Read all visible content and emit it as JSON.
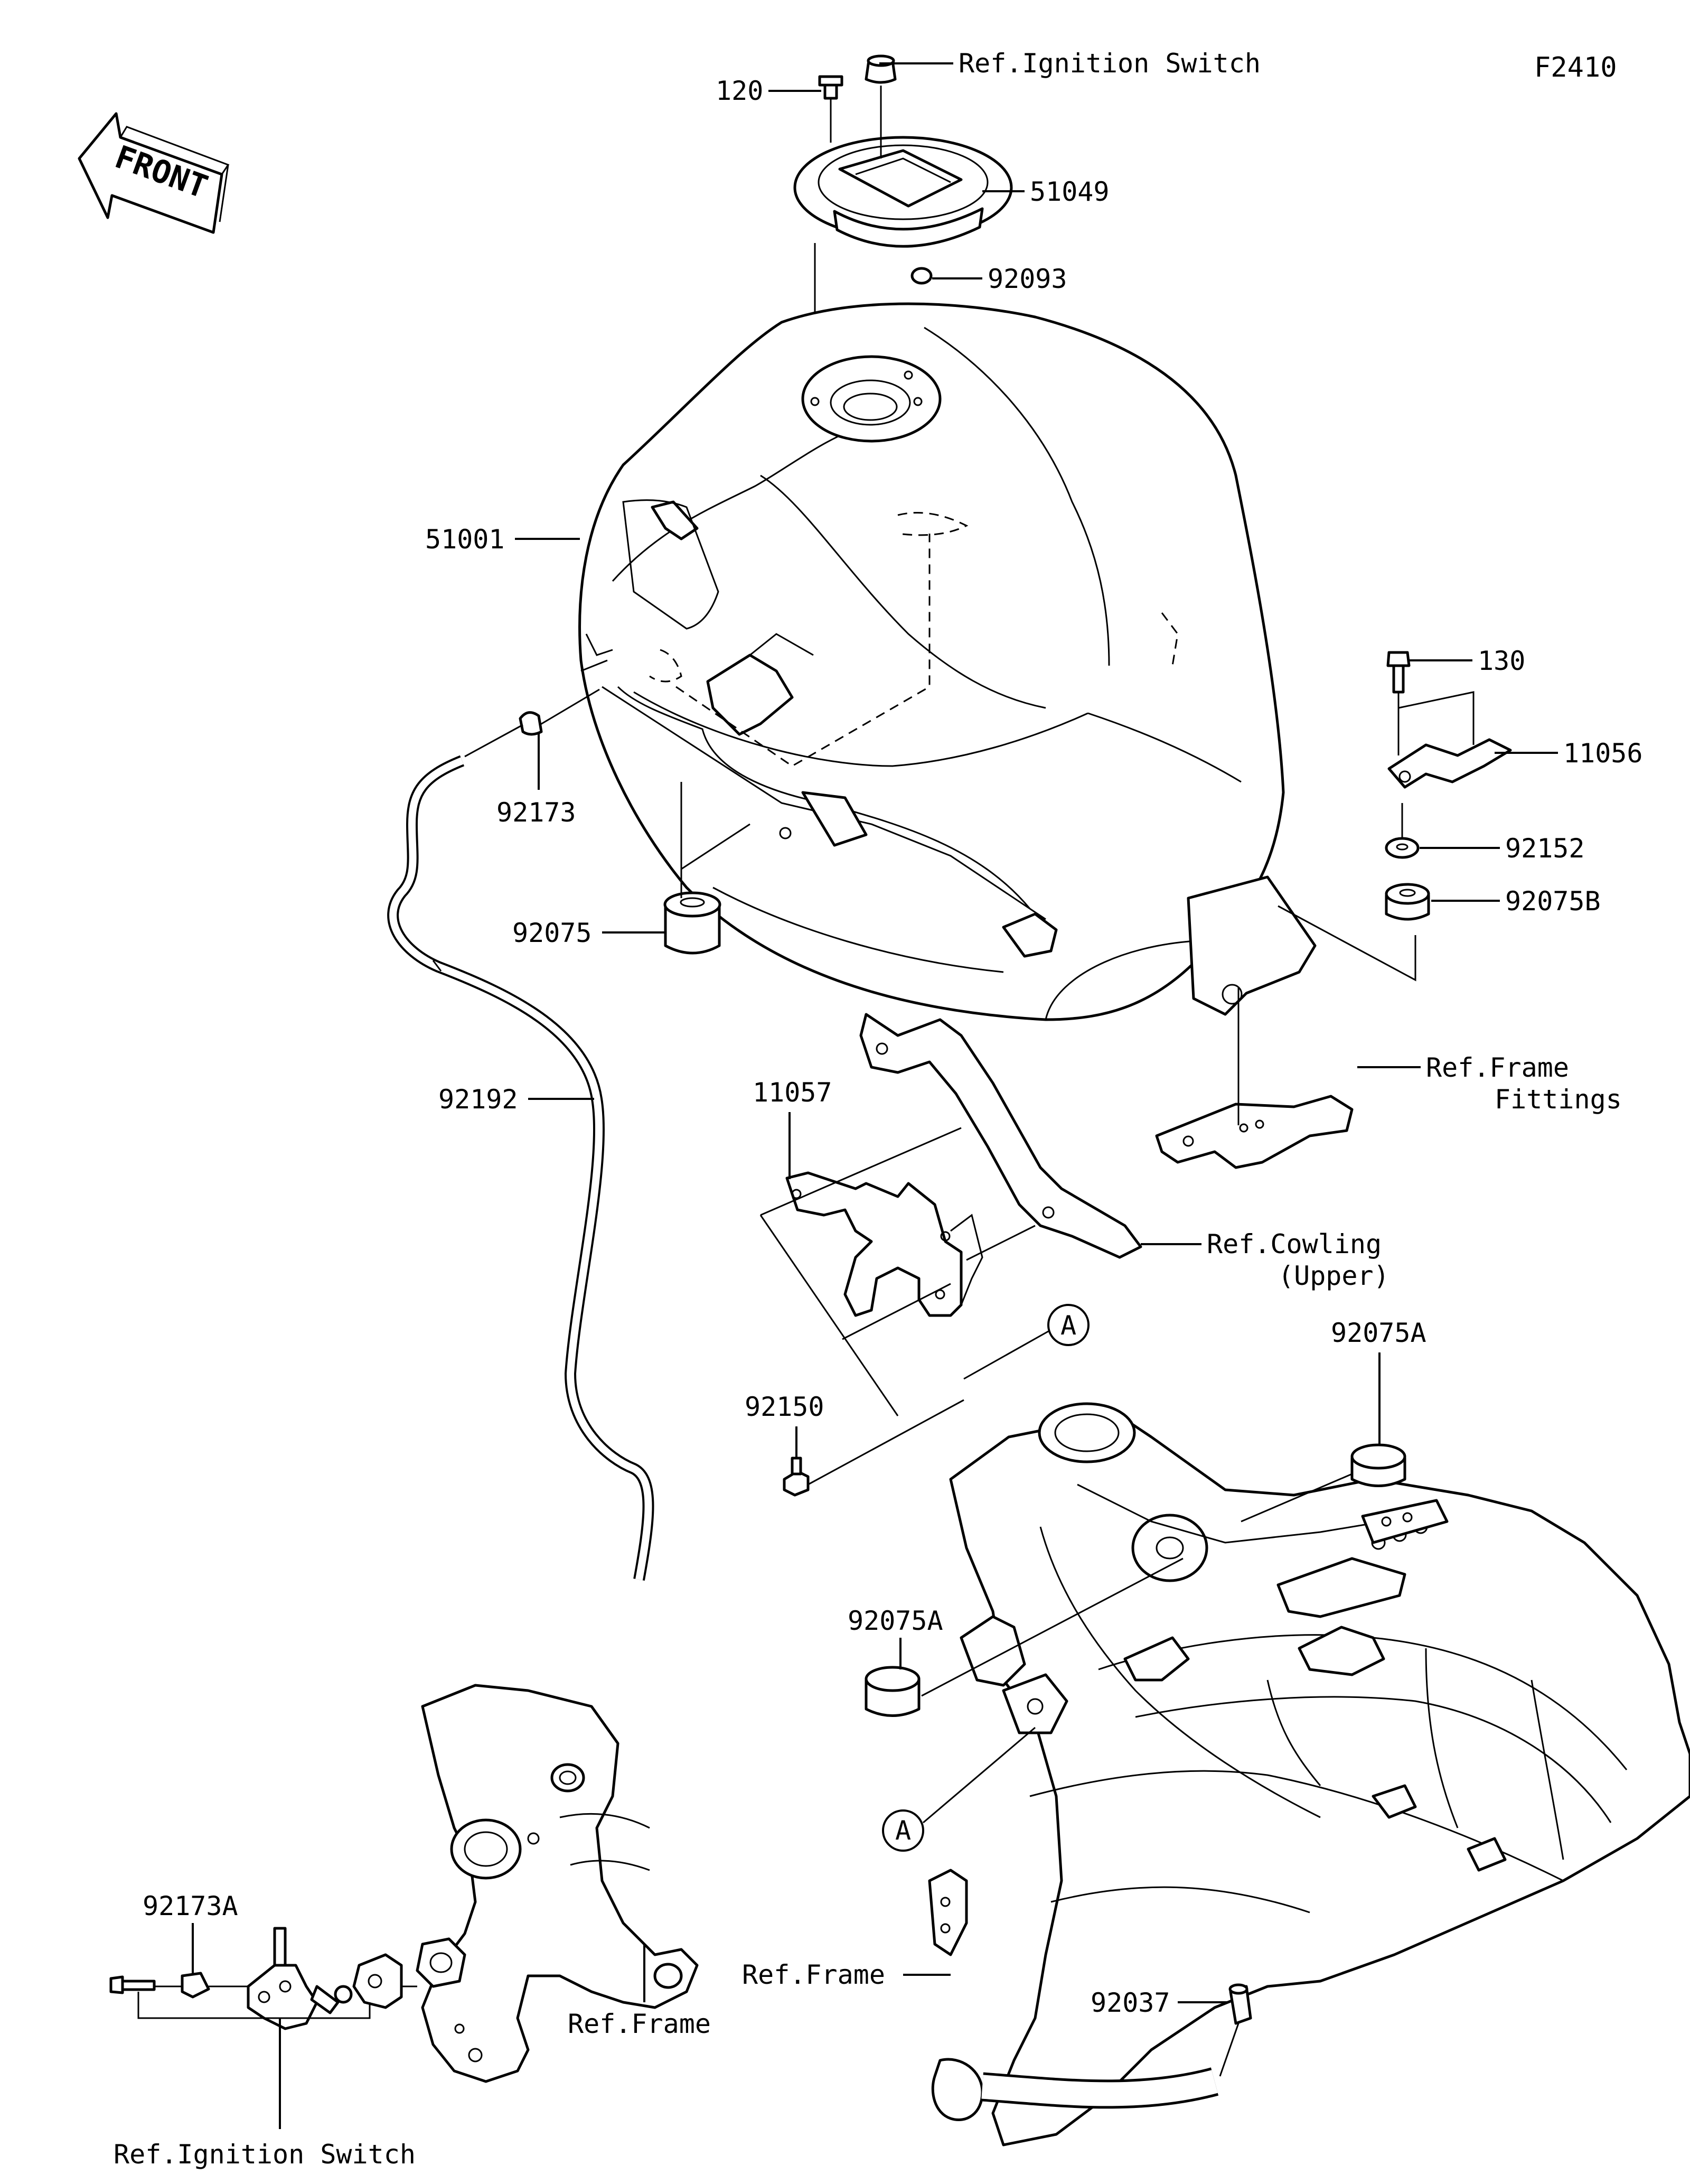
{
  "figure_code": "F2410",
  "front_label": "FRONT",
  "callouts": {
    "p120": "120",
    "ref_ignition_switch_top": "Ref.Ignition Switch",
    "p51049": "51049",
    "p92093": "92093",
    "p51001": "51001",
    "p92173": "92173",
    "p92075": "92075",
    "p92192": "92192",
    "p130": "130",
    "p11056": "11056",
    "p92152": "92152",
    "p92075b": "92075B",
    "ref_frame_fittings_1": "Ref.Frame",
    "ref_frame_fittings_2": "Fittings",
    "p11057": "11057",
    "ref_cowling_1": "Ref.Cowling",
    "ref_cowling_2": "(Upper)",
    "marker_a_upper": "A",
    "p92075a_right": "92075A",
    "p92150": "92150",
    "p92075a_left": "92075A",
    "marker_a_lower": "A",
    "p92173a": "92173A",
    "ref_frame_left": "Ref.Frame",
    "ref_frame_bottom": "Ref.Frame",
    "p92037": "92037",
    "ref_ignition_switch_bottom": "Ref.Ignition Switch"
  }
}
